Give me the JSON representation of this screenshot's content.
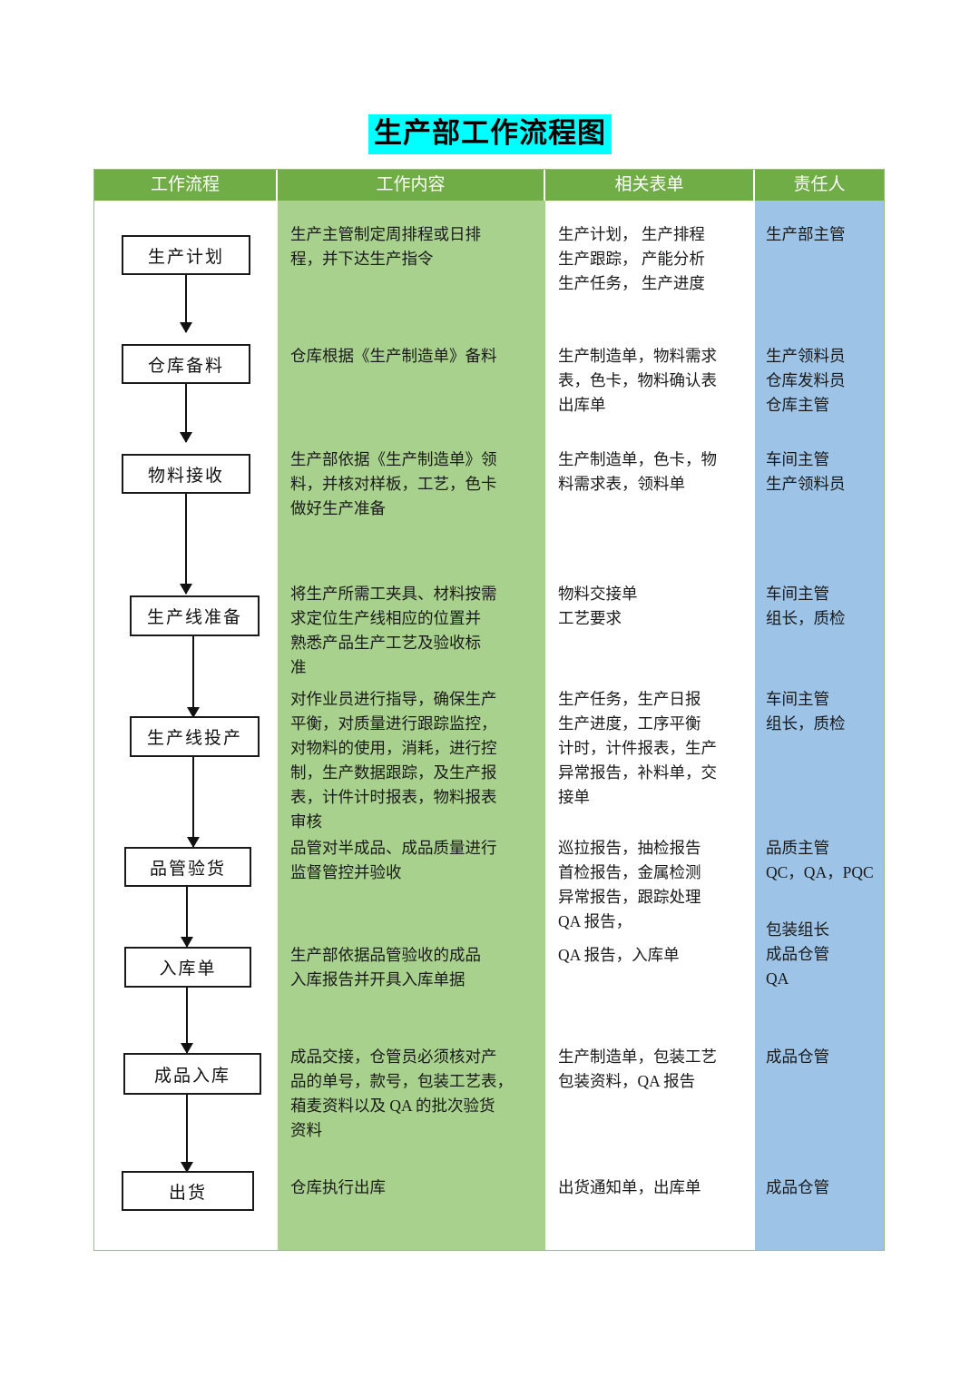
{
  "document": {
    "title": "生产部工作流程图",
    "title_highlight_color": "#00FFFF",
    "header_color": "#70AD47",
    "content_column_color": "#A9D18E",
    "owner_column_color": "#9DC3E6",
    "border_color": "#9CBB79"
  },
  "table": {
    "headers": [
      {
        "label": "工作流程",
        "name": "work-flow"
      },
      {
        "label": "工作内容",
        "name": "work-content"
      },
      {
        "label": "相关表单",
        "name": "related-forms"
      },
      {
        "label": "责任人",
        "name": "responsible-person"
      }
    ],
    "rows": [
      {
        "step": "生产计划",
        "content": "生产主管制定周排程或日排\n程，并下达生产指令",
        "forms": "生产计划，  生产排程\n生产跟踪，  产能分析\n生产任务，  生产进度",
        "owner": "生产部主管"
      },
      {
        "step": "仓库备料",
        "content": "仓库根据《生产制造单》备料",
        "forms": "生产制造单，物料需求\n表，色卡，物料确认表\n出库单",
        "owner": "生产领料员\n仓库发料员\n仓库主管"
      },
      {
        "step": "物料接收",
        "content": "生产部依据《生产制造单》领\n料，并核对样板，工艺，色卡\n做好生产准备",
        "forms": "生产制造单，色卡，物\n料需求表，领料单",
        "owner": "车间主管\n生产领料员"
      },
      {
        "step": "生产线准备",
        "content": "将生产所需工夹具、材料按需\n求定位生产线相应的位置并\n熟悉产品生产工艺及验收标\n准",
        "forms": "物料交接单\n工艺要求",
        "owner": "车间主管\n组长，质检"
      },
      {
        "step": "生产线投产",
        "content": "对作业员进行指导，确保生产\n平衡，对质量进行跟踪监控，\n对物料的使用，消耗，进行控\n制，生产数据跟踪，及生产报\n表，计件计时报表，物料报表\n审核",
        "forms": "生产任务，生产日报\n生产进度，工序平衡\n计时，计件报表，生产\n异常报告，补料单，交\n接单",
        "owner": "车间主管\n组长，质检"
      },
      {
        "step": "品管验货",
        "content": "品管对半成品、成品质量进行\n监督管控并验收",
        "forms": "巡拉报告，抽检报告\n首检报告，金属检测\n异常报告，跟踪处理\nQA 报告，",
        "owner": "品质主管\nQC，QA，PQC"
      },
      {
        "step": "入库单",
        "content": "生产部依据品管验收的成品\n入库报告并开具入库单据",
        "forms": "QA 报告，入库单",
        "owner": "包装组长\n成品仓管\nQA"
      },
      {
        "step": "成品入库",
        "content": "成品交接，仓管员必须核对产\n品的单号，款号，包装工艺表，\n葙麦资料以及 QA 的批次验货\n资料",
        "forms": "生产制造单，包装工艺\n包装资料，QA 报告",
        "owner": "成品仓管"
      },
      {
        "step": "出货",
        "content": "仓库执行出库",
        "forms": "出货通知单，出库单",
        "owner": "成品仓管"
      }
    ]
  }
}
